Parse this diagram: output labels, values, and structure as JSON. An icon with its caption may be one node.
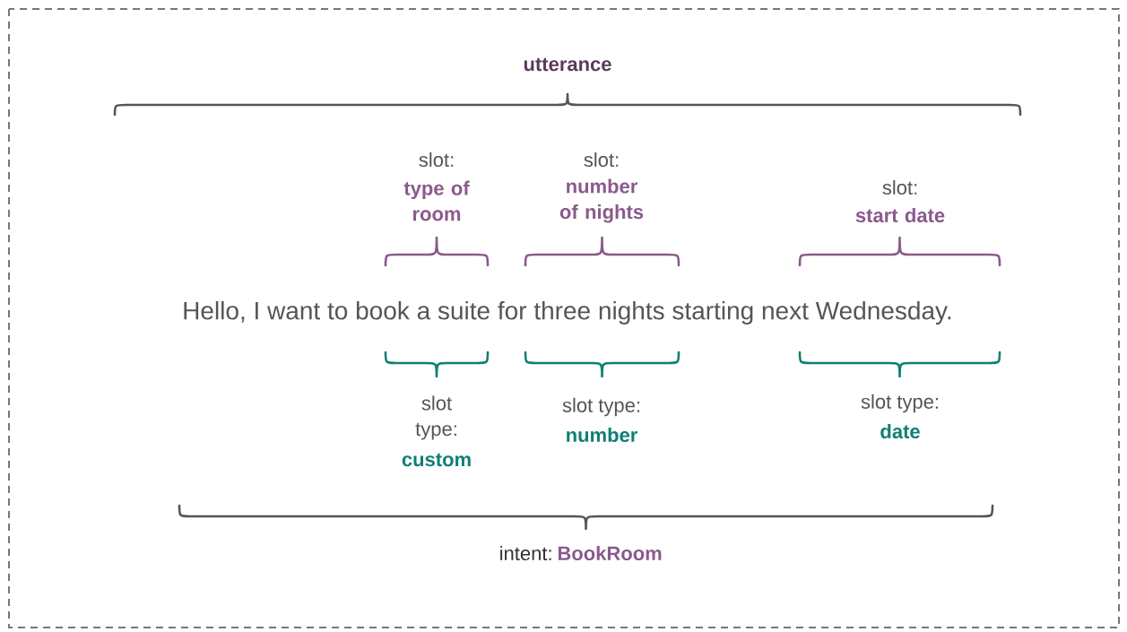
{
  "diagram": {
    "labels": [
      "utterance",
      "slot:",
      "type of room",
      "slot:",
      "number of nights",
      "slot:",
      "start date",
      "Hello, I want to book a suite for three nights starting next Wednesday.",
      "slot type:",
      "custom",
      "slot type:",
      "number",
      "slot type:",
      "date",
      "intent:",
      "BookRoom"
    ]
  }
}
